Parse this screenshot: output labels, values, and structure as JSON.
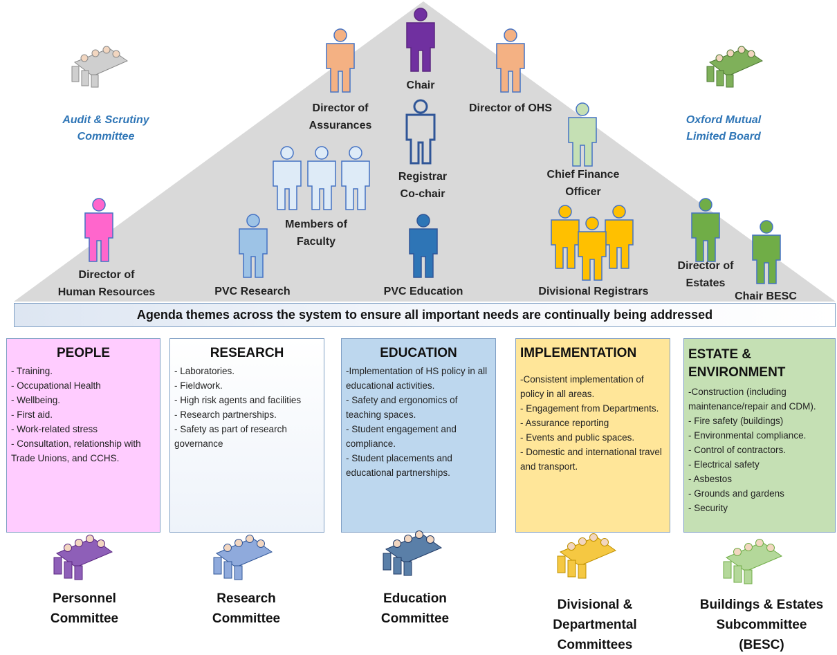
{
  "pyramid": {
    "roles": [
      {
        "id": "chair",
        "label": "Chair"
      },
      {
        "id": "director-assurances",
        "label": "Director of\nAssurances"
      },
      {
        "id": "director-ohs",
        "label": "Director of OHS"
      },
      {
        "id": "registrar",
        "label": "Registrar\nCo-chair"
      },
      {
        "id": "cfo",
        "label": "Chief Finance\nOfficer"
      },
      {
        "id": "faculty",
        "label": "Members of\nFaculty"
      },
      {
        "id": "hr",
        "label": "Director of\nHuman Resources"
      },
      {
        "id": "pvc-research",
        "label": "PVC Research"
      },
      {
        "id": "pvc-education",
        "label": "PVC Education"
      },
      {
        "id": "div-registrars",
        "label": "Divisional Registrars"
      },
      {
        "id": "director-estates",
        "label": "Director of\nEstates"
      },
      {
        "id": "chair-besc",
        "label": "Chair BESC"
      }
    ],
    "side_committees": {
      "left": "Audit & Scrutiny\nCommittee",
      "right": "Oxford Mutual\nLimited Board"
    }
  },
  "banner": "Agenda themes across the system to ensure all important needs are continually being addressed",
  "themes": [
    {
      "title": "PEOPLE",
      "color": "#ffccff",
      "items": [
        "- Training.",
        "- Occupational Health",
        "- Wellbeing.",
        "- First aid.",
        "- Work-related stress",
        "- Consultation, relationship with Trade Unions, and CCHS."
      ],
      "committee": "Personnel\nCommittee"
    },
    {
      "title": "RESEARCH",
      "color": "#f7f9fd",
      "items": [
        "- Laboratories.",
        "- Fieldwork.",
        "- High risk agents and facilities",
        "- Research partnerships.",
        "- Safety as part of research governance"
      ],
      "committee": "Research\nCommittee"
    },
    {
      "title": "EDUCATION",
      "color": "#bdd7ee",
      "items": [
        "-Implementation of HS policy in all educational activities.",
        "- Safety and ergonomics of teaching spaces.",
        "- Student engagement and compliance.",
        "- Student placements and educational partnerships."
      ],
      "committee": "Education\nCommittee"
    },
    {
      "title": "IMPLEMENTATION",
      "color": "#ffe699",
      "items": [
        "-Consistent implementation of policy in all areas.",
        "- Engagement from Departments.",
        "- Assurance reporting",
        "- Events and public spaces.",
        "- Domestic and international travel and transport."
      ],
      "committee": "Divisional &\nDepartmental\nCommittees"
    },
    {
      "title": "ESTATE &\nENVIRONMENT",
      "color": "#c5e0b4",
      "items": [
        "-Construction (including maintenance/repair and CDM).",
        "- Fire safety (buildings)",
        "- Environmental compliance.",
        "- Control of contractors.",
        "- Electrical safety",
        "- Asbestos",
        "- Grounds and gardens",
        "-  Security"
      ],
      "committee": "Buildings & Estates\nSubcommittee\n(BESC)"
    }
  ],
  "colors": {
    "chair": "#7030a0",
    "assurances": "#f4b183",
    "ohs": "#f4b183",
    "registrar": "#ffffff",
    "cfo": "#c5e0b4",
    "faculty": "#deebf7",
    "hr": "#ff66cc",
    "pvc_research": "#9dc3e6",
    "pvc_education": "#2e75b6",
    "div_registrars": "#ffc000",
    "estates": "#70ad47",
    "besc": "#70ad47",
    "pyramid": "#d9d9d9"
  }
}
